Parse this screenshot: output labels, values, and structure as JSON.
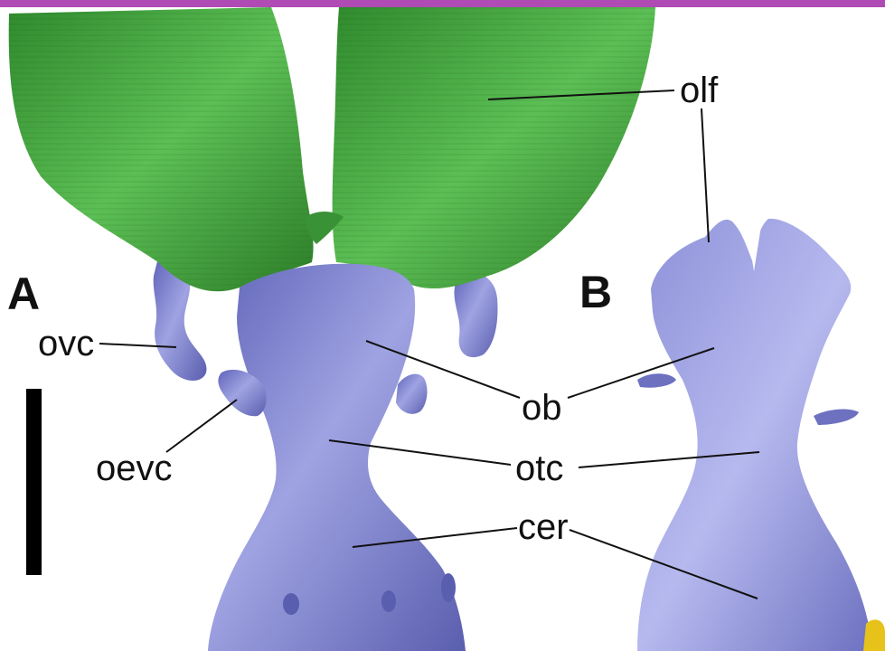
{
  "figure": {
    "panels": [
      {
        "letter": "A"
      },
      {
        "letter": "B"
      }
    ],
    "labels": {
      "olf": "olf",
      "ovc": "ovc",
      "oevc": "oevc",
      "ob": "ob",
      "otc": "otc",
      "cer": "cer"
    },
    "colors": {
      "top_band": "#b04ab4",
      "olfactory_tract_green": "#3e9a3a",
      "brain_blue": "#7b80cf",
      "scale_bar": "#000000",
      "background": "#ffffff"
    }
  }
}
